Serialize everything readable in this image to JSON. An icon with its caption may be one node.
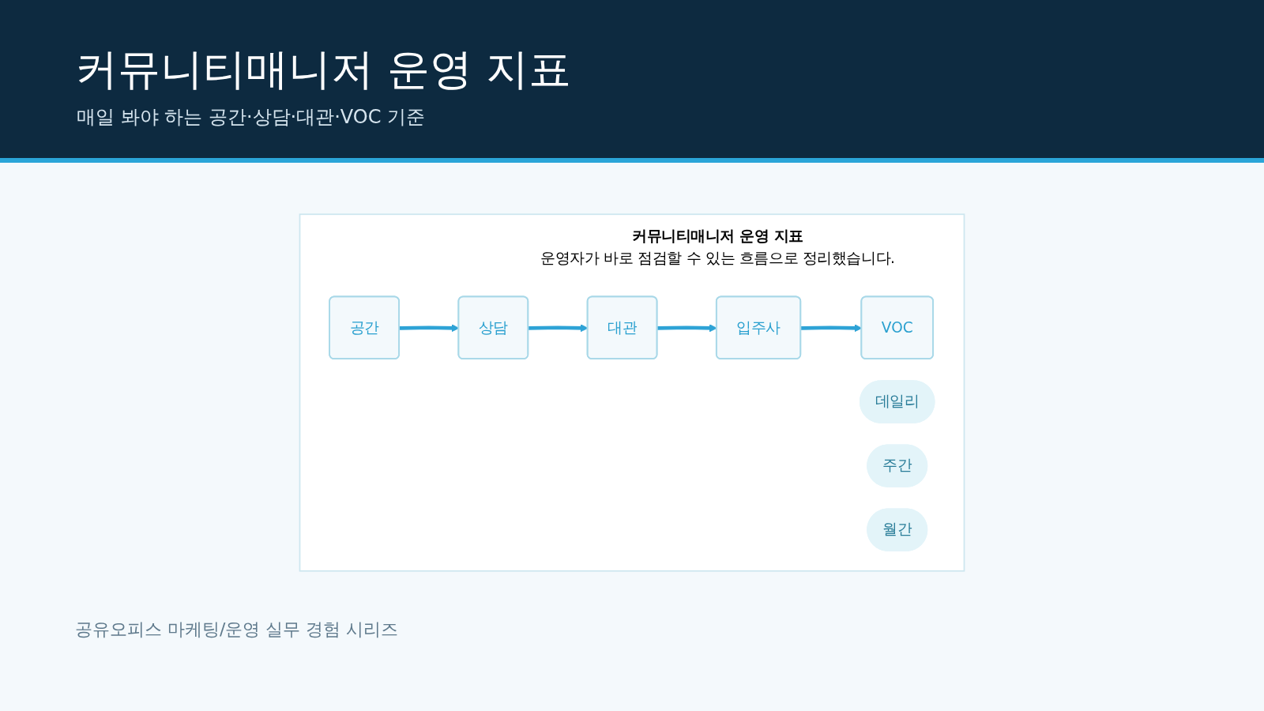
{
  "diagram": {
    "title": "커뮤니티매니저 운영 지표",
    "nodes": [
      {
        "text": [
          "커뮤니티매니저 운영 지표",
          "운영자가 바로 점검할 수 있는 흐름으로 정리했습니다."
        ]
      },
      {
        "text": [
          "공간"
        ],
        "in": 0
      },
      {
        "text": [
          "상담"
        ],
        "in": 0
      },
      {
        "text": [
          "대관"
        ],
        "in": 0
      },
      {
        "text": [
          "입주사"
        ],
        "in": 0
      },
      {
        "text": [
          "VOC"
        ],
        "in": 0
      },
      {
        "text": [
          "데일리"
        ],
        "in": 0
      },
      {
        "text": [
          "주간"
        ],
        "in": 0
      },
      {
        "text": [
          "월간"
        ],
        "in": 0
      }
    ],
    "edges": [
      {
        "from": 1,
        "to": 2,
        "arrow": "to"
      },
      {
        "from": 2,
        "to": 3,
        "arrow": "to"
      },
      {
        "from": 3,
        "to": 4,
        "arrow": "to"
      },
      {
        "from": 4,
        "to": 5,
        "arrow": "to"
      }
    ],
    "labels": [
      "매일 봐야 하는 공간·상담·대관·VOC 기준"
    ],
    "caption": "공유오피스 마케팅/운영 실무 경험 시리즈"
  }
}
